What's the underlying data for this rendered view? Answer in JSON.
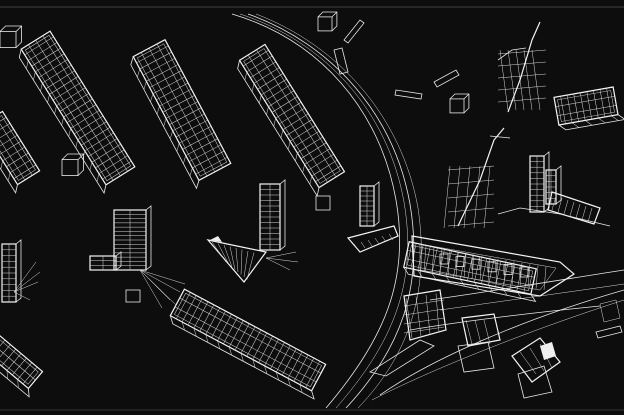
{
  "drawing": {
    "background_color": "#0d0d0d",
    "line_color": "#e9e9e9",
    "elements": [
      "slab-block-far-left",
      "slab-block-left",
      "slab-block-center-left",
      "slab-block-center",
      "slab-block-bottom-center",
      "tower-cluster-left",
      "tower-cluster-center",
      "tower-cluster-mid",
      "curving-rail-lines",
      "riverside-complex",
      "tower-cluster-right",
      "small-cube-objects"
    ]
  }
}
